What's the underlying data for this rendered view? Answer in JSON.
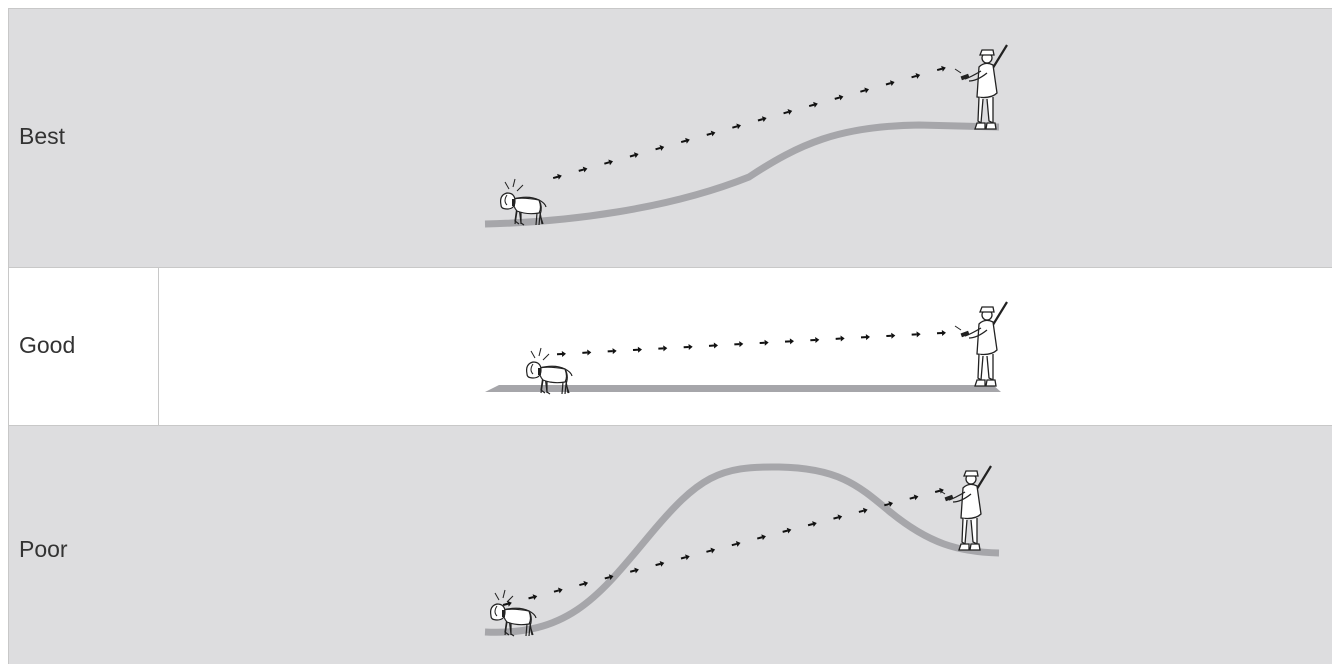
{
  "rows": [
    {
      "label": "Best",
      "shade": "gray"
    },
    {
      "label": "Good",
      "shade": "white"
    },
    {
      "label": "Poor",
      "shade": "gray"
    }
  ],
  "colors": {
    "ground": "#a6a6aa",
    "arrow": "#111111",
    "figure_fill": "#ffffff",
    "figure_stroke": "#222222"
  },
  "icons": [
    "dog-icon",
    "hunter-icon",
    "signal-arrow-icon"
  ]
}
